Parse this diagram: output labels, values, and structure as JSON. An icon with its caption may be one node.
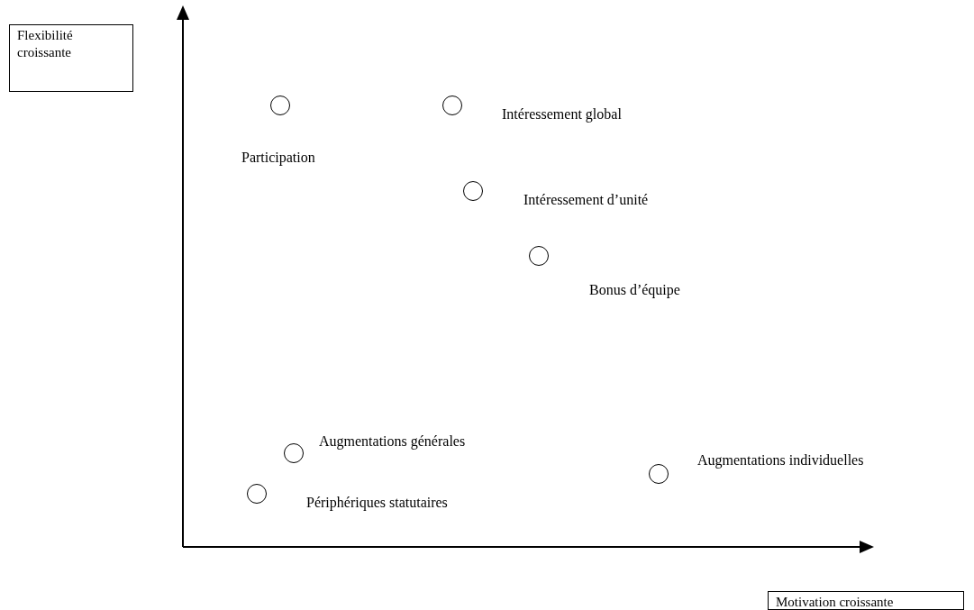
{
  "diagram": {
    "nodes": [
      {
        "text": [
          "Flexibilité croissante"
        ]
      },
      {
        "text": [],
        "shape": "circle",
        "beside": [
          "Participation"
        ]
      },
      {
        "text": [],
        "shape": "circle",
        "beside": [
          "Intéressement global"
        ]
      },
      {
        "text": [],
        "shape": "circle",
        "beside": [
          "Intéressement d’unité"
        ]
      },
      {
        "text": [],
        "shape": "circle",
        "beside": [
          "Bonus d’équipe"
        ]
      },
      {
        "text": [],
        "shape": "circle",
        "beside": [
          "Augmentations générales"
        ]
      },
      {
        "text": [],
        "shape": "circle",
        "beside": [
          "Augmentations individuelles"
        ]
      },
      {
        "text": [],
        "shape": "circle",
        "beside": [
          "Périphériques statutaires"
        ]
      },
      {
        "text": [
          "Motivation croissante"
        ]
      }
    ]
  }
}
